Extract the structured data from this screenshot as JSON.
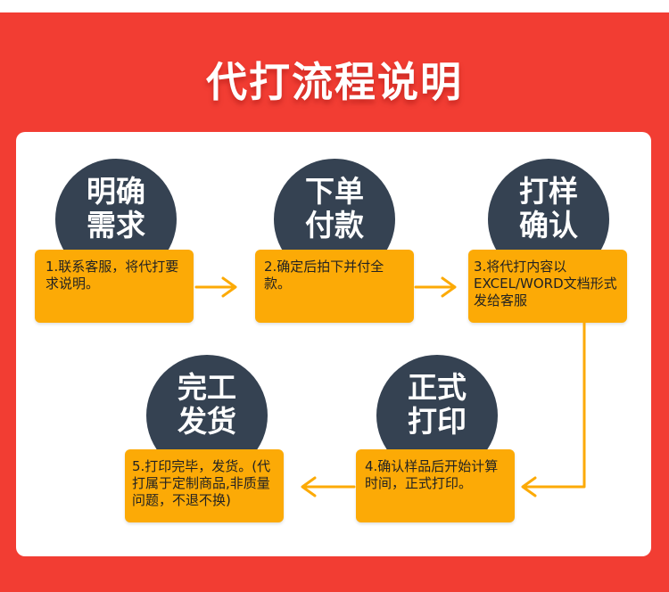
{
  "title": "代打流程说明",
  "colors": {
    "banner": "#f23d33",
    "circle": "#354252",
    "box": "#fcaa06",
    "arrow": "#fcaa06"
  },
  "steps": [
    {
      "circle_label": "明确需求",
      "text": "1.联系客服，将代打要求说明。"
    },
    {
      "circle_label": "下单付款",
      "text": "2.确定后拍下并付全款。"
    },
    {
      "circle_label": "打样确认",
      "text": "3.将代打内容以EXCEL/WORD文档形式发给客服"
    },
    {
      "circle_label": "正式打印",
      "text": "4.确认样品后开始计算时间，正式打印。"
    },
    {
      "circle_label": "完工发货",
      "text": "5.打印完毕，发货。(代打属于定制商品,非质量问题，不退不换)"
    }
  ]
}
